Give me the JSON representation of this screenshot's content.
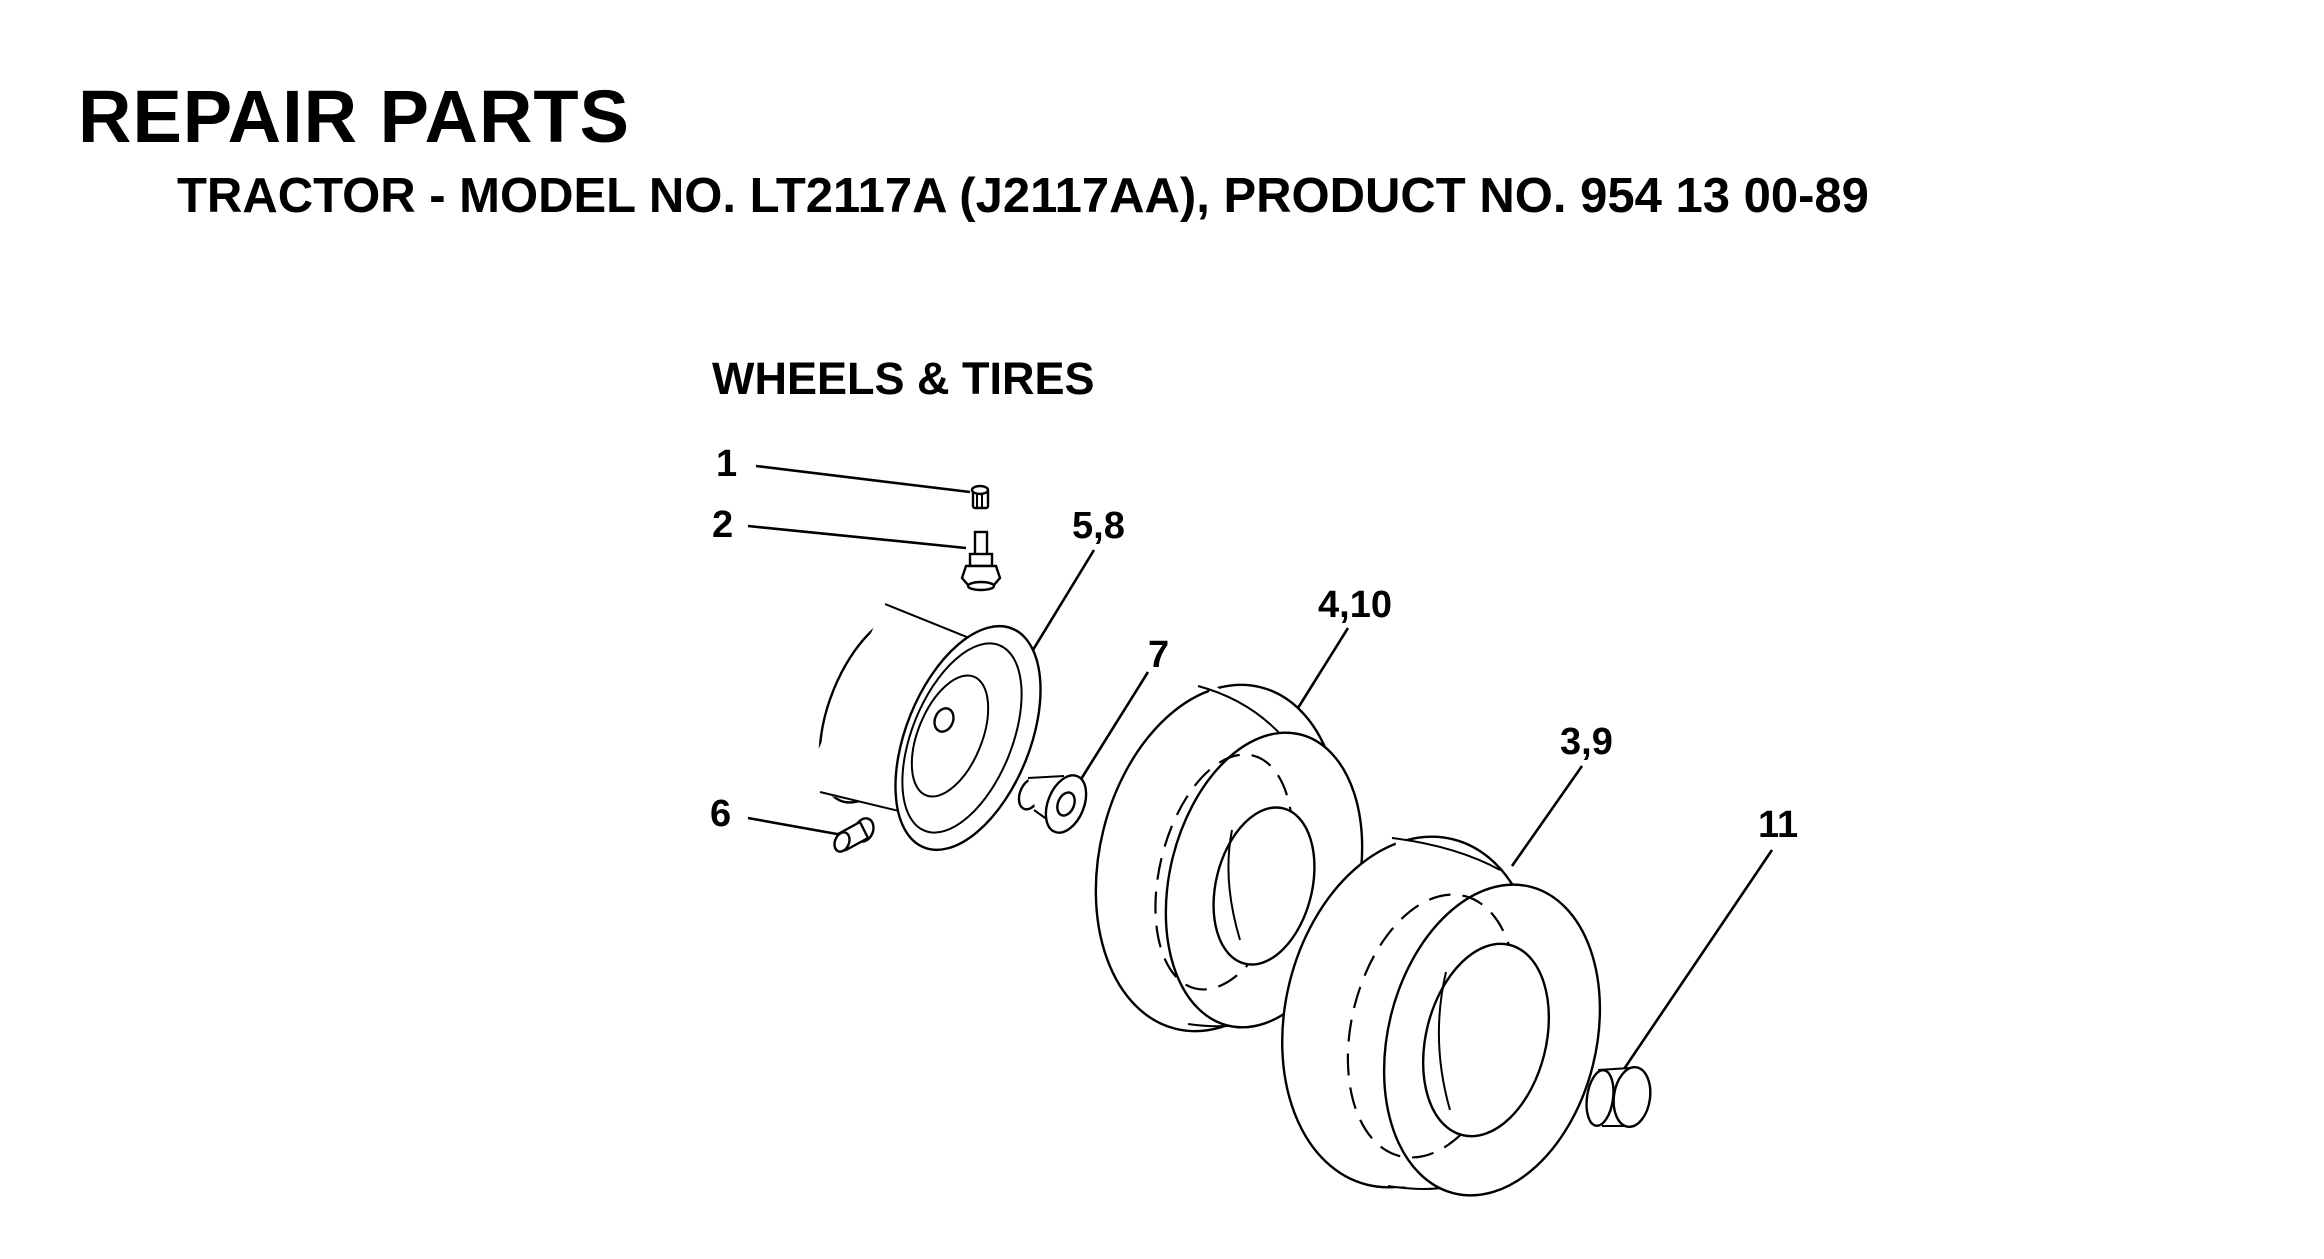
{
  "header": {
    "title": "REPAIR PARTS",
    "subtitle": "TRACTOR - MODEL NO. LT2117A (J2117AA),  PRODUCT NO. 954 13 00-89"
  },
  "section": {
    "title": "WHEELS & TIRES"
  },
  "callouts": {
    "c1": "1",
    "c2": "2",
    "c58": "5,8",
    "c7": "7",
    "c410": "4,10",
    "c39": "3,9",
    "c6": "6",
    "c11": "11"
  }
}
